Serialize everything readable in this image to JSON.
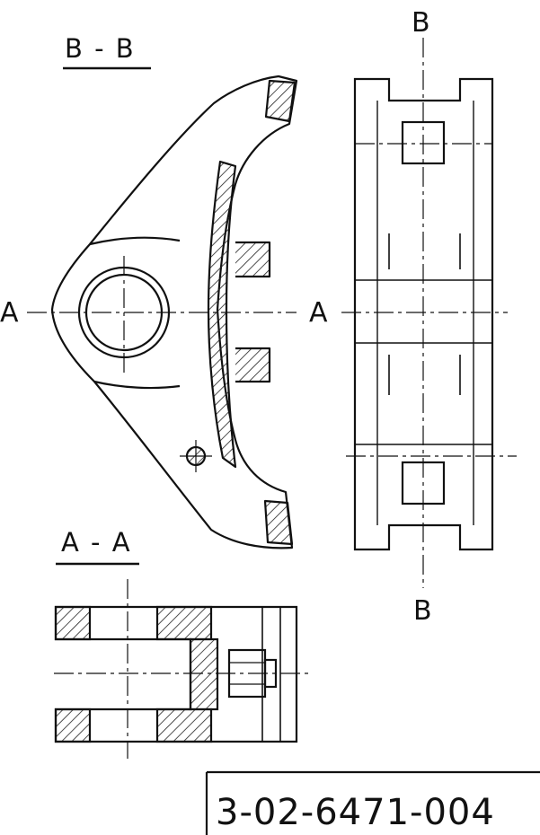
{
  "drawing": {
    "section_bb_label": "B - B",
    "section_aa_label": "A - A",
    "cut_a_left": "A",
    "cut_a_right": "A",
    "cut_b_top": "B",
    "cut_b_bottom": "B",
    "part_number": "3-02-6471-004"
  }
}
